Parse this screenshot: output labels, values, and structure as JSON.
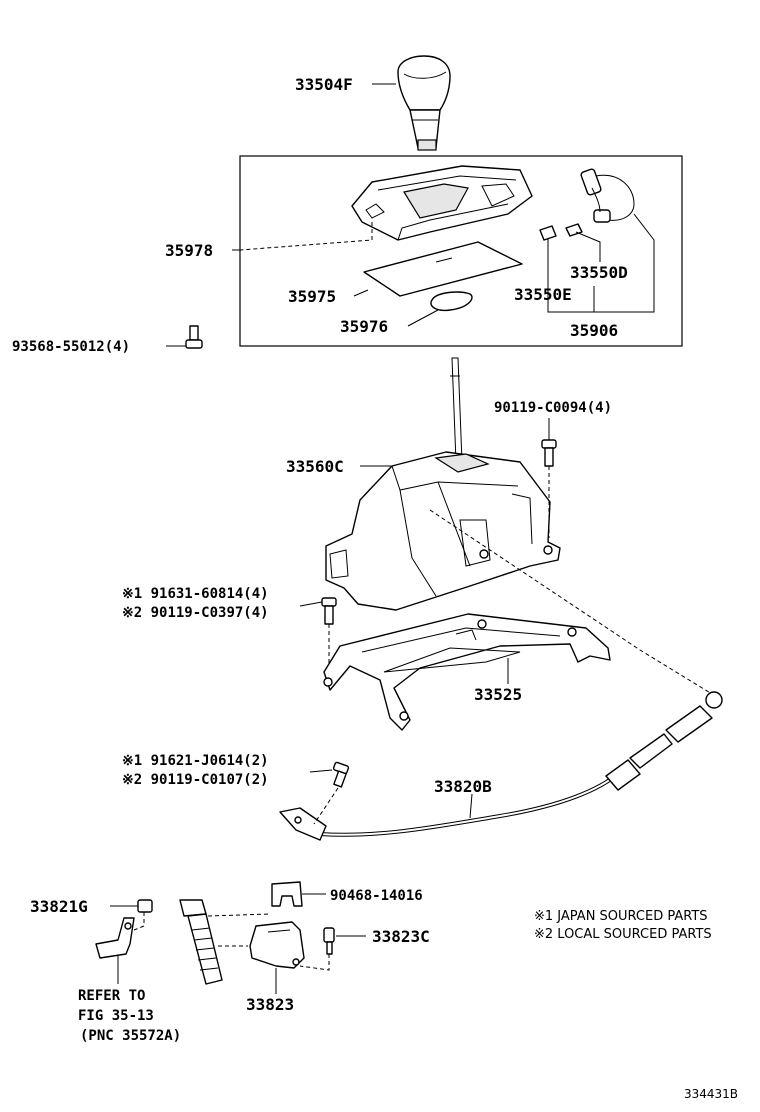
{
  "parts": {
    "p33504F": "33504F",
    "p35978": "35978",
    "p35975": "35975",
    "p35976": "35976",
    "p33550D": "33550D",
    "p33550E": "33550E",
    "p35906": "35906",
    "p93568": "93568-55012(4)",
    "p90119_c0094": "90119-C0094(4)",
    "p33560C": "33560C",
    "p91631": "※1 91631-60814(4)",
    "p90119_c0397": "※2 90119-C0397(4)",
    "p33525": "33525",
    "p91621": "※1 91621-J0614(2)",
    "p90119_c0107": "※2 90119-C0107(2)",
    "p33820B": "33820B",
    "p33821G": "33821G",
    "p90468": "90468-14016",
    "p33823C": "33823C",
    "p33823": "33823"
  },
  "reference": {
    "line1": "REFER TO",
    "line2": "FIG 35-13",
    "line3": "(PNC 35572A)"
  },
  "notes": {
    "note1": "※1 JAPAN SOURCED PARTS",
    "note2": "※2 LOCAL SOURCED PARTS"
  },
  "diagram_code": "334431B"
}
